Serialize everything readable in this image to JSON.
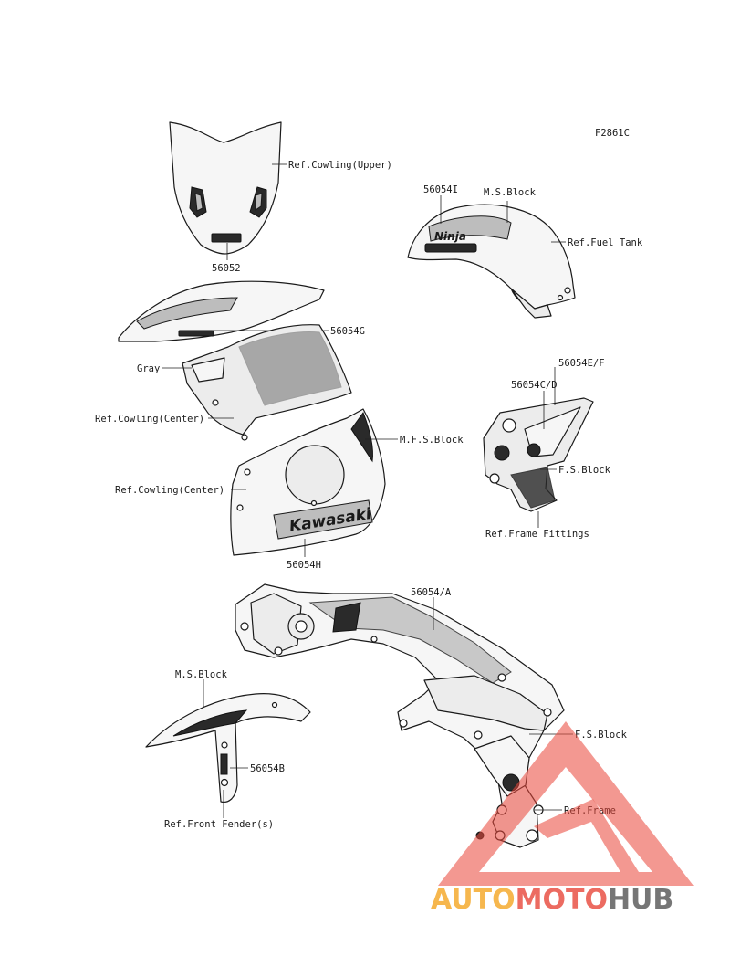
{
  "diagram": {
    "code": "F2861C",
    "labels": {
      "ref_cowling_upper": "Ref.Cowling(Upper)",
      "p56052": "56052",
      "p56054i": "56054I",
      "ms_block_tank": "M.S.Block",
      "ref_fuel_tank": "Ref.Fuel Tank",
      "p56054g": "56054G",
      "gray": "Gray",
      "ref_cowling_center_1": "Ref.Cowling(Center)",
      "mfs_block": "M.F.S.Block",
      "ref_cowling_center_2": "Ref.Cowling(Center)",
      "p56054h": "56054H",
      "p56054ef": "56054E/F",
      "p56054cd": "56054C/D",
      "fs_block_fittings": "F.S.Block",
      "ref_frame_fittings": "Ref.Frame Fittings",
      "p56054a": "56054/A",
      "ms_block_fender": "M.S.Block",
      "p56054b": "56054B",
      "ref_front_fender": "Ref.Front Fender(s)",
      "fs_block_frame": "F.S.Block",
      "ref_frame": "Ref.Frame"
    },
    "decal_text": {
      "cowling_side": "Kawasaki",
      "tank_logo": "Ninja"
    }
  },
  "watermark": {
    "part1": "AUTO",
    "part2": "MOTO",
    "part3": "HUB",
    "color_orange": "#f5a623",
    "color_red": "#e8473a",
    "color_gray": "#555555"
  }
}
